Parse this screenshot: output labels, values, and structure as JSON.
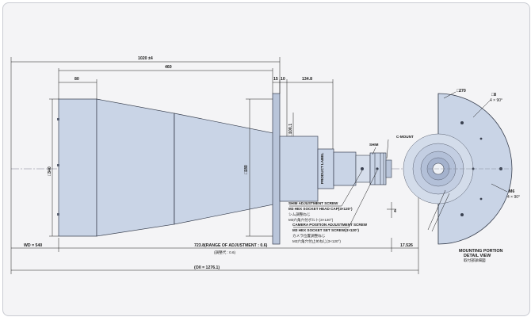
{
  "drawing": {
    "overall_length": "1020 ±4",
    "dim_460": "460",
    "dim_80": "80",
    "dim_15": "15",
    "dim_10": "10",
    "dim_134_8": "134.8",
    "dia_340": "□340",
    "dia_180": "□180",
    "dia_100_1": "□100.1",
    "product_label": "PRODUCT LABEL",
    "shim": "SHIM",
    "c_mount": "C-MOUNT",
    "shim_screw_en": "SHIM ADJUSTMENT SCREW",
    "shim_screw_spec": "M3 HEX SOCKET HEAD CAP(3×120°)",
    "shim_screw_jp1": "シム調整ねじ",
    "shim_screw_jp2": "M3六角穴付ボルト(3×120°)",
    "cam_screw_en": "CAMERA POSITION ADJUSTMENT SCREW",
    "cam_screw_spec": "M3 HEX SOCKET SET SCREW(3×120°)",
    "cam_screw_jp1": "カメラ位置調整ねじ",
    "cam_screw_jp2": "M3六角穴付止めねじ(3×120°)",
    "wd": "WD = 540",
    "adjust": "723.8(RANGE OF ADJUSTMENT : 0.6)",
    "adjust_jp": "(調整代 : 0.6)",
    "flange_back": "17.526",
    "oi": "(O/I = 1276.1)",
    "dim_4": "4",
    "dia_270": "□270",
    "hole_8": "□8",
    "hole_8_count": "4 × 90°",
    "m6": "M6",
    "m6_count": "4 × 90°",
    "mount_title1": "MOUNTING PORTION",
    "mount_title2": "DETAIL VIEW",
    "mount_title_jp": "取付部詳細図"
  }
}
